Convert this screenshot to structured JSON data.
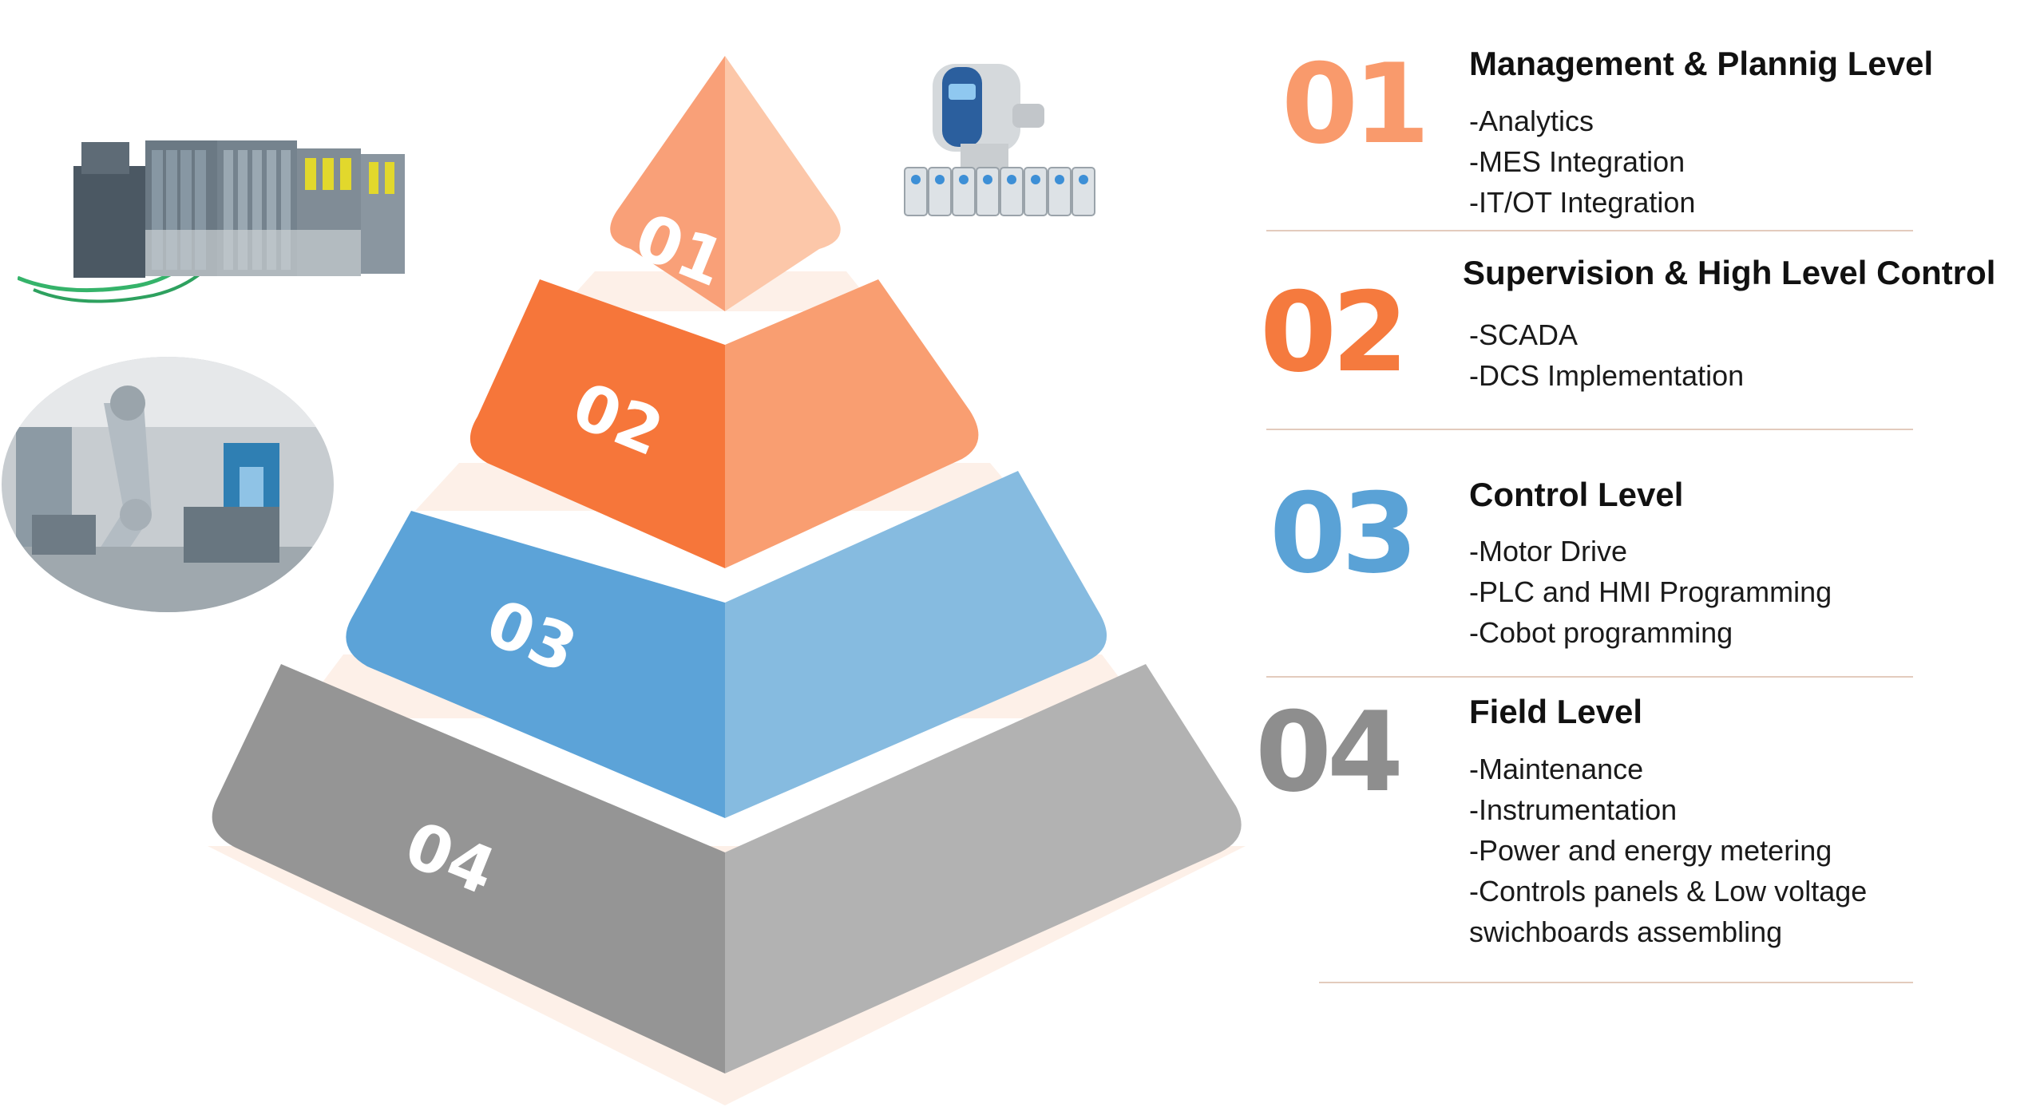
{
  "levels": [
    {
      "number": "01",
      "title": "Management & Plannig Level",
      "items": [
        "-Analytics",
        "-MES Integration",
        "-IT/OT Integration"
      ],
      "color": "#f99a6c"
    },
    {
      "number": "02",
      "title": "Supervision & High Level Control",
      "items": [
        "-SCADA",
        "-DCS Implementation"
      ],
      "color": "#f57a3e"
    },
    {
      "number": "03",
      "title": "Control Level",
      "items": [
        "-Motor Drive",
        "-PLC and HMI Programming",
        "-Cobot programming"
      ],
      "color": "#5aa2d6"
    },
    {
      "number": "04",
      "title": "Field Level",
      "items": [
        "-Maintenance",
        "-Instrumentation",
        "-Power and energy metering",
        "-Controls panels & Low voltage",
        "swichboards assembling"
      ],
      "color": "#8e8e8e"
    }
  ],
  "pyramid_labels": [
    "01",
    "02",
    "03",
    "04"
  ],
  "pyramid_colors": {
    "tier1_left": "#f9a078",
    "tier1_right": "#fcc7a9",
    "tier2_left": "#f6763a",
    "tier2_right": "#f99e71",
    "tier3_left": "#5ca3d8",
    "tier3_right": "#86bbe0",
    "tier4_left": "#959595",
    "tier4_right": "#b2b2b2",
    "shadow": "#fdf0e8"
  },
  "images": {
    "plc_rack": "plc-rack-image",
    "cobot_photo": "cobot-factory-photo",
    "sensor_device": "industrial-sensor-image"
  }
}
